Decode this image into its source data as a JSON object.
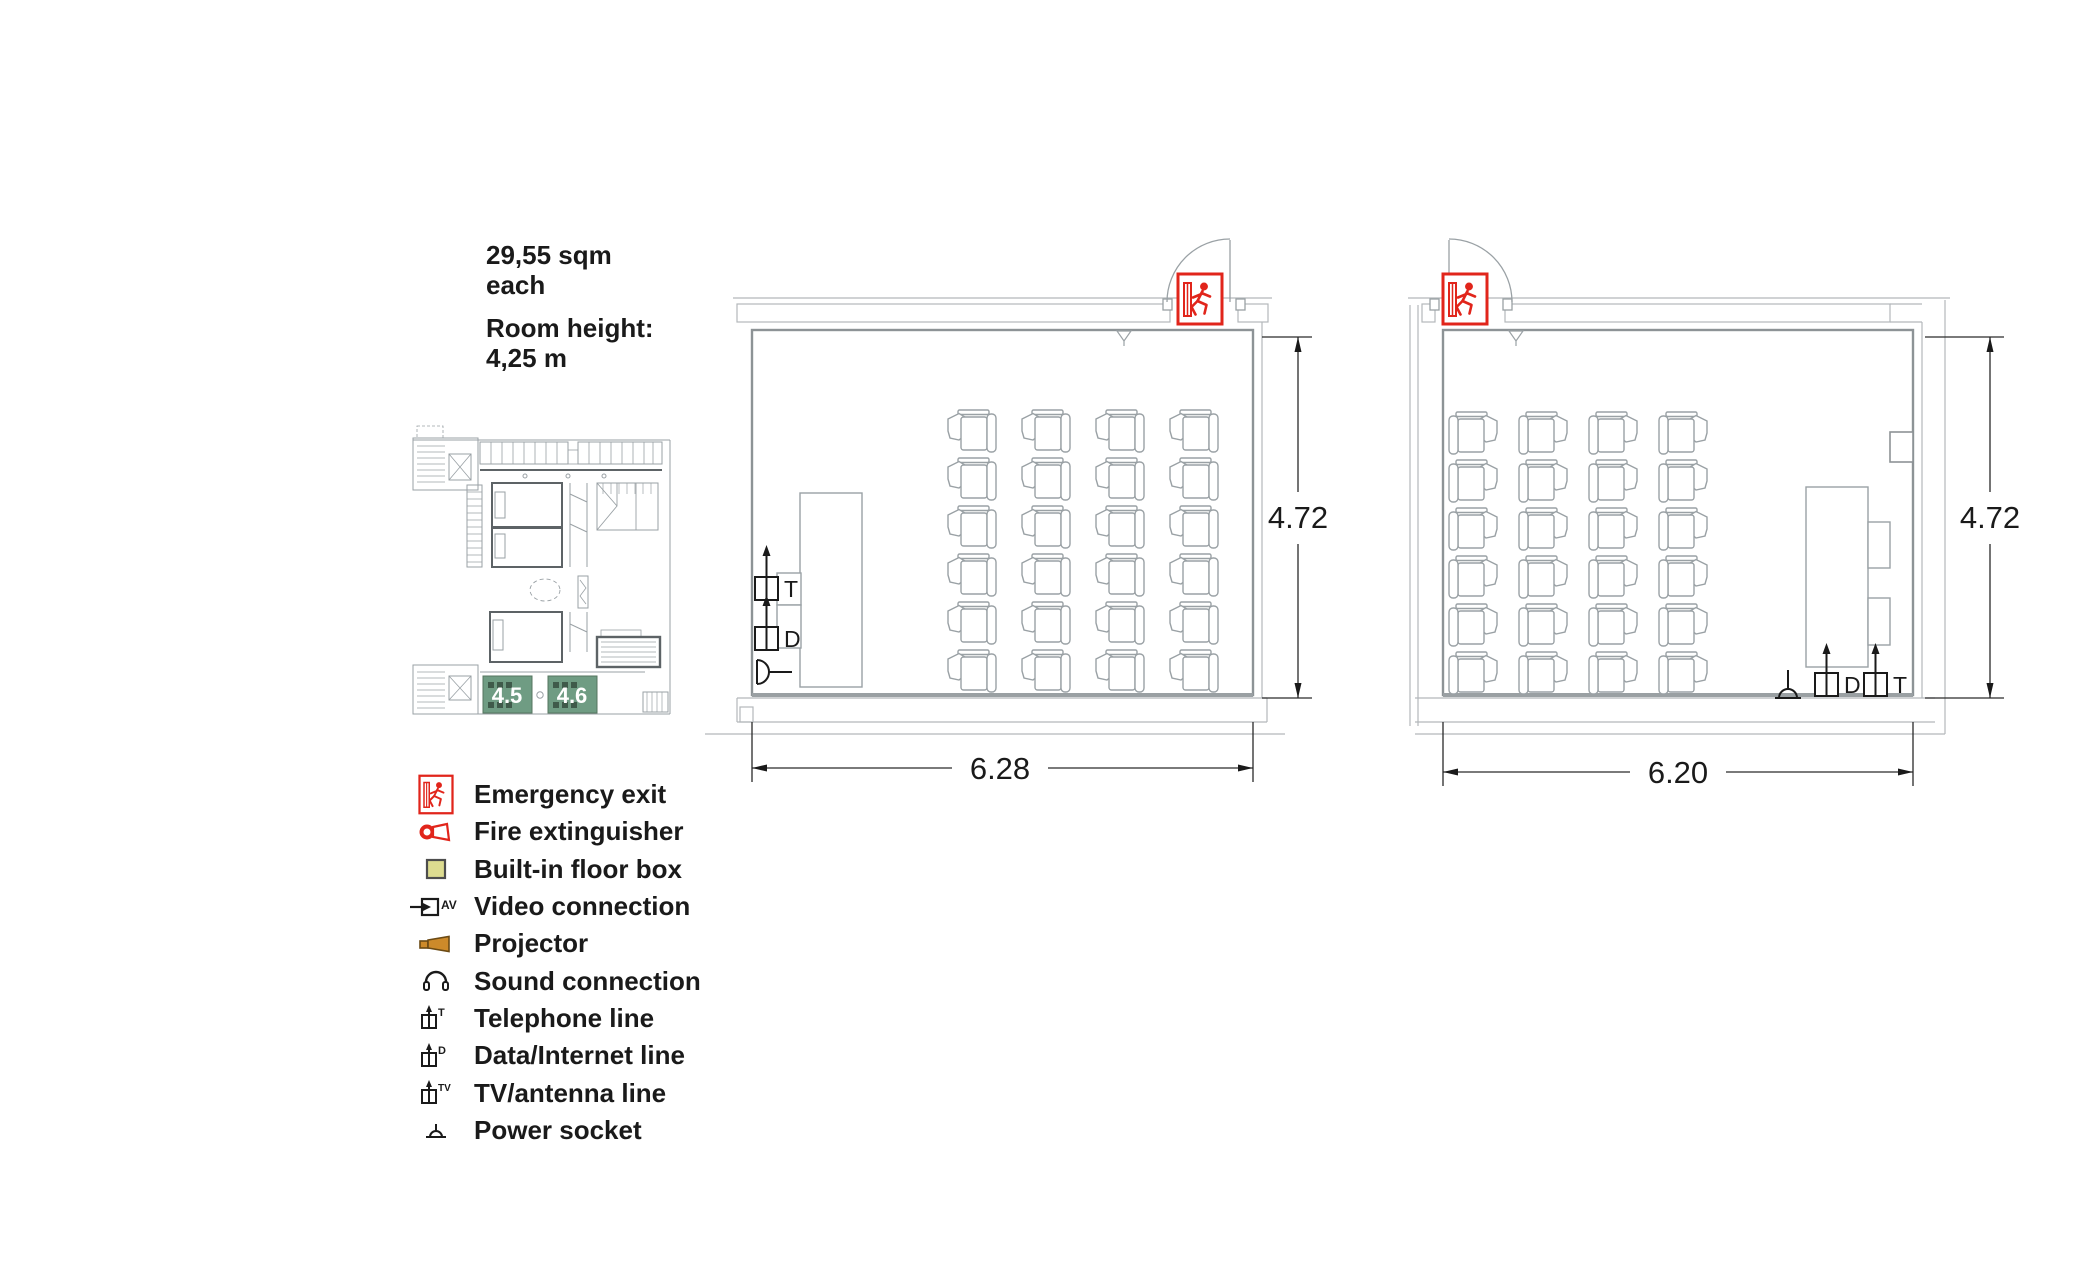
{
  "info": {
    "area_line1": "29,55 sqm",
    "area_line2": "each",
    "height_line1": "Room height:",
    "height_line2": "4,25 m"
  },
  "overview": {
    "room_a_label": "4.5",
    "room_b_label": "4.6"
  },
  "legend": {
    "items": [
      {
        "icon": "emergency-exit-icon",
        "label": "Emergency exit"
      },
      {
        "icon": "fire-extinguisher-icon",
        "label": "Fire extinguisher"
      },
      {
        "icon": "floor-box-icon",
        "label": "Built-in floor box"
      },
      {
        "icon": "video-connection-icon",
        "label": "Video connection",
        "badge": "AV"
      },
      {
        "icon": "projector-icon",
        "label": "Projector"
      },
      {
        "icon": "sound-connection-icon",
        "label": "Sound connection"
      },
      {
        "icon": "telephone-line-icon",
        "label": "Telephone line",
        "badge": "T"
      },
      {
        "icon": "data-line-icon",
        "label": "Data/Internet line",
        "badge": "D"
      },
      {
        "icon": "tv-line-icon",
        "label": "TV/antenna line",
        "badge": "TV"
      },
      {
        "icon": "power-socket-icon",
        "label": "Power socket"
      }
    ]
  },
  "rooms": [
    {
      "name": "4.5",
      "width_label": "6.28",
      "height_label": "4.72",
      "telephone_label": "T",
      "data_label": "D",
      "seating": {
        "rows": 6,
        "columns": 4,
        "facing": "left"
      }
    },
    {
      "name": "4.6",
      "width_label": "6.20",
      "height_label": "4.72",
      "telephone_label": "T",
      "data_label": "D",
      "seating": {
        "rows": 6,
        "columns": 4,
        "facing": "right"
      }
    }
  ],
  "colors": {
    "accent_red": "#e1251b",
    "highlight_green": "#6f9c83",
    "projector_orange": "#cd8a2a",
    "floor_box_yellow": "#dddc90",
    "plan_line_gray": "#9aa1a5",
    "text": "#1a1a1a"
  }
}
